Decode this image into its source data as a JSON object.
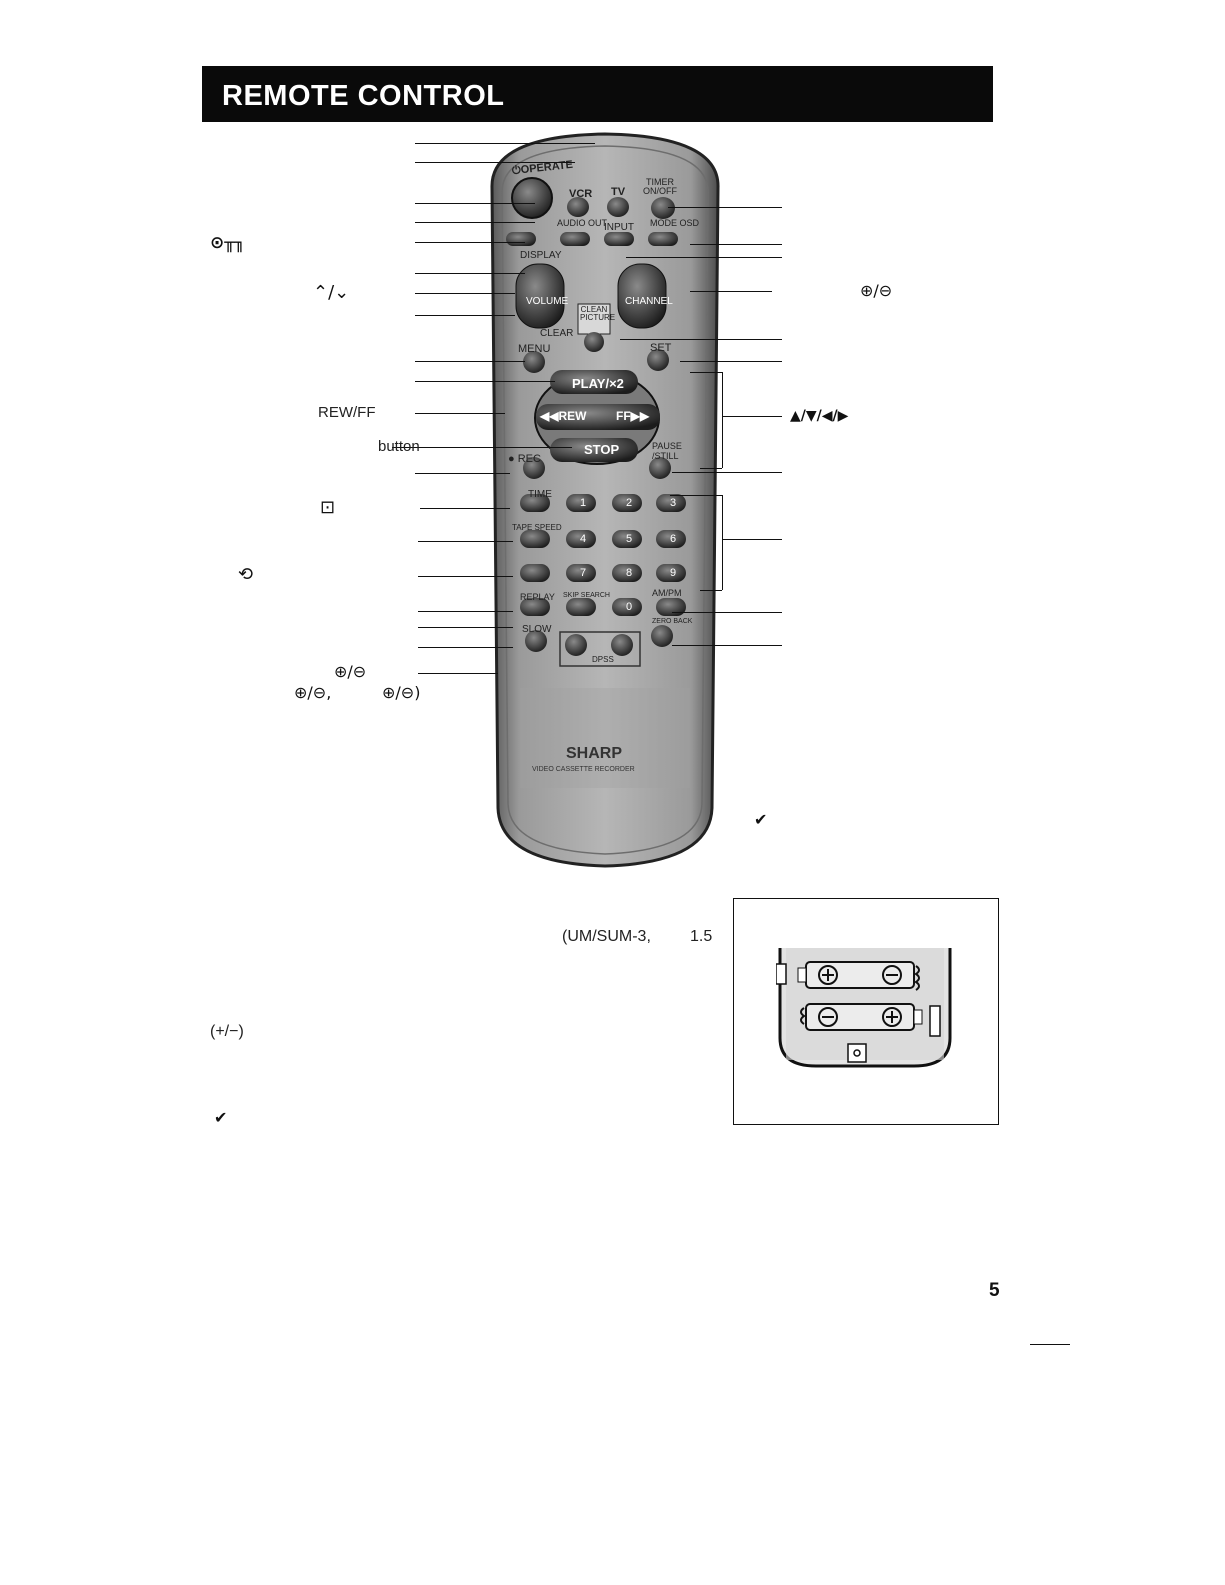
{
  "header": {
    "title": "REMOTE CONTROL"
  },
  "left_labels": {
    "key_symbol": "⊙╥╖",
    "volume_symbol": "⌃/⌄",
    "rew_ff": "REW/FF",
    "button_word": "button",
    "timer_symbol": "⊡",
    "repeat_symbol": "⟲",
    "pm_1": "⊕/⊖",
    "pm_2": "⊕/⊖,",
    "pm_3": "⊕/⊖)"
  },
  "right_labels": {
    "channel_pm": "⊕/⊖",
    "arrows": "▲/▼/◀/▶",
    "check_mark": "✔"
  },
  "bottom_text": {
    "battery_type": "(UM/SUM-3,",
    "voltage": "1.5",
    "polarity": "(+/−)",
    "check_mark": "✔"
  },
  "remote": {
    "operate": "⏻OPERATE",
    "vcr": "VCR",
    "tv": "TV",
    "timer": "TIMER ON/OFF",
    "audio_out": "AUDIO OUT",
    "input": "INPUT",
    "mode_osd": "MODE OSD",
    "display": "DISPLAY",
    "volume": "VOLUME",
    "channel": "CHANNEL",
    "clean_picture": "CLEAN PICTURE",
    "clear": "CLEAR",
    "menu": "MENU",
    "set": "SET",
    "play": "PLAY/×2",
    "rew": "◀◀REW",
    "ff": "FF▶▶",
    "stop": "STOP",
    "pause": "PAUSE /STILL",
    "rec": "● REC",
    "time": "TIME",
    "tape_speed": "TAPE SPEED",
    "replay": "REPLAY",
    "skip_search": "SKIP SEARCH",
    "ampm": "AM/PM",
    "slow": "SLOW",
    "zero_back": "ZERO BACK",
    "dpss": "DPSS",
    "brand": "SHARP",
    "model": "VIDEO CASSETTE RECORDER",
    "digits": [
      "1",
      "2",
      "3",
      "4",
      "5",
      "6",
      "7",
      "8",
      "9",
      "0"
    ]
  },
  "page_number": "5"
}
